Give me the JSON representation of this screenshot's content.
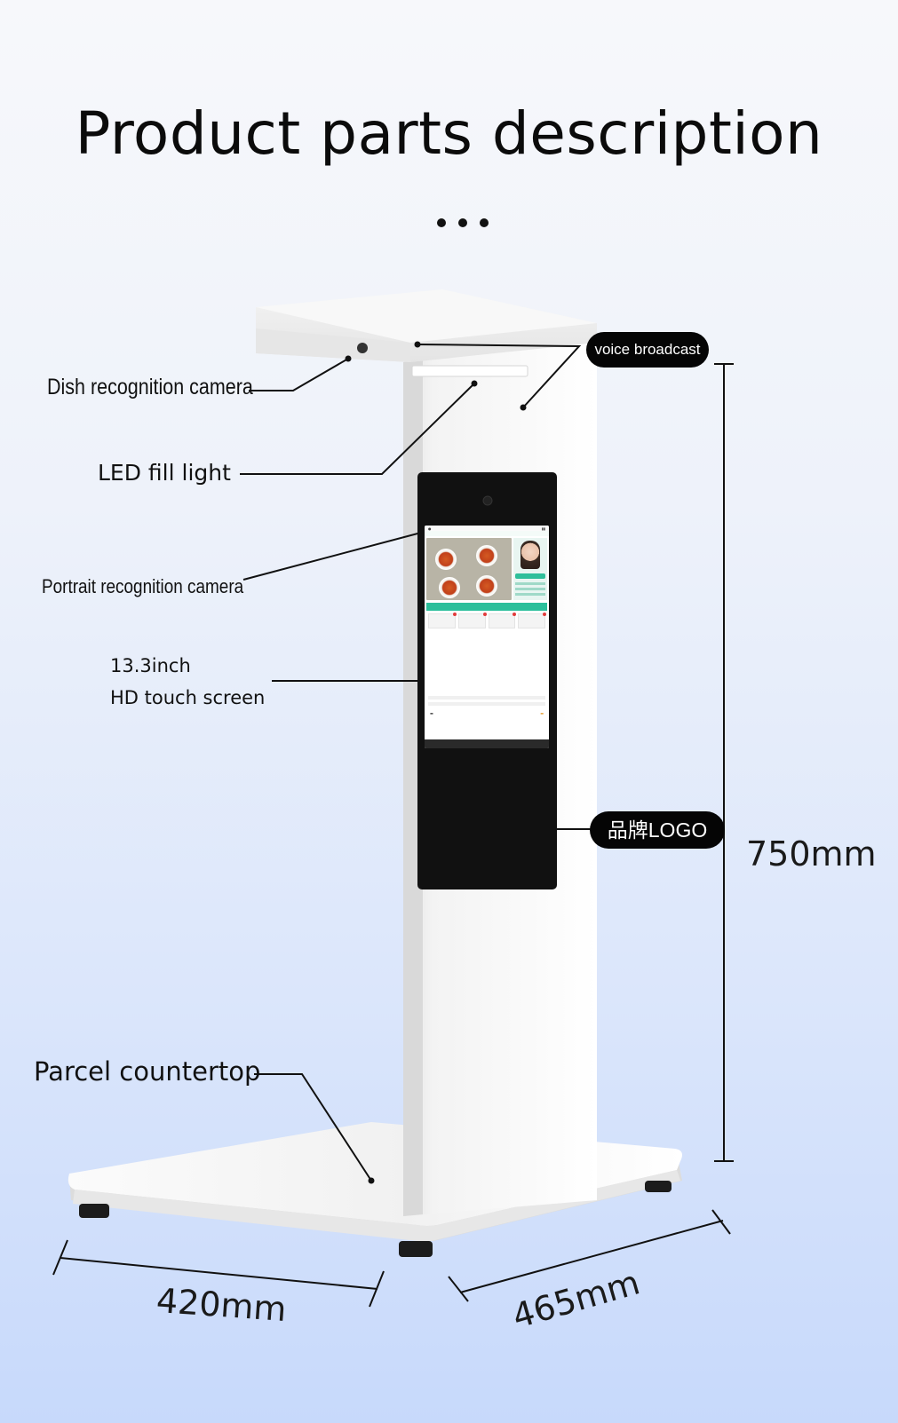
{
  "title": "Product parts description",
  "labels": {
    "dish_camera": "Dish recognition camera",
    "led_fill_light": "LED fill light",
    "portrait_camera": "Portrait recognition camera",
    "screen_size": "13.3inch",
    "screen_type": "HD touch screen",
    "countertop": "Parcel countertop",
    "voice_broadcast": "voice broadcast",
    "brand_logo": "品牌LOGO"
  },
  "dimensions": {
    "height": "750mm",
    "width": "420mm",
    "depth": "465mm"
  },
  "colors": {
    "background_top": "#f7f8fb",
    "background_bottom": "#c7d9fb",
    "device_body": "#f2f2f2",
    "panel": "#111111",
    "accent_green": "#2cbf9b"
  }
}
